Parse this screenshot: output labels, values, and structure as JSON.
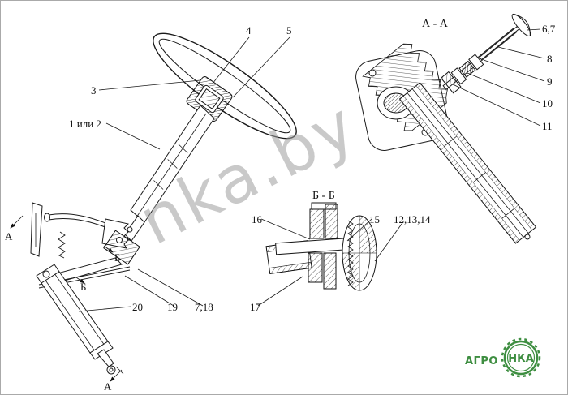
{
  "watermark": "nka.by",
  "sections": {
    "aa": "А - А",
    "bb": "Б - Б"
  },
  "markers": {
    "a1": "А",
    "a2": "А",
    "b1": "Б",
    "b2": "Б"
  },
  "callouts": {
    "c3": "3",
    "c4": "4",
    "c5": "5",
    "c1or2": "1 или 2",
    "c67": "6,7",
    "c8": "8",
    "c9": "9",
    "c10": "10",
    "c11": "11",
    "c121314": "12,13,14",
    "c15": "15",
    "c16": "16",
    "c17": "17",
    "c718": "7,18",
    "c19": "19",
    "c20": "20"
  },
  "logo": {
    "prefix": "АГРО",
    "circle": "НКА"
  },
  "colors": {
    "line": "#1a1a1a",
    "watermark": "#9d9d9d",
    "logo_green": "#3e8e41"
  }
}
